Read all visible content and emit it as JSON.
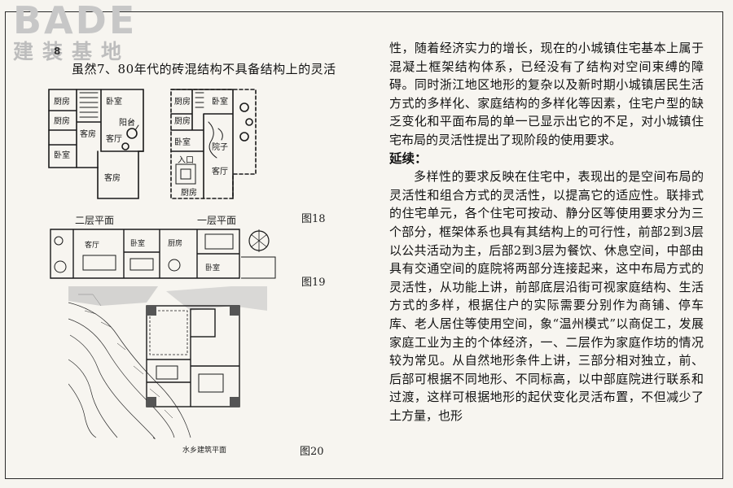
{
  "logo": {
    "main": "BADE",
    "sub": "建装基地"
  },
  "page": {
    "number": "8"
  },
  "left": {
    "intro_line": "虽然7、80年代的砖混结构不具备结构上的灵活",
    "fig18": {
      "label": "图18",
      "second_floor_caption": "二层平面",
      "first_floor_caption": "一层平面",
      "second_floor_rooms": [
        "厨房",
        "卧室",
        "厨房",
        "卧室",
        "客厅",
        "客房",
        "客房",
        "阳台"
      ],
      "first_floor_rooms": [
        "厨房",
        "卧室",
        "厨房",
        "院子",
        "卧室",
        "入口",
        "客厅",
        "厨房"
      ]
    },
    "fig19": {
      "label": "图19",
      "rooms": [
        "客厅",
        "卧室",
        "厨房",
        "卧室"
      ]
    },
    "fig20": {
      "label": "图20",
      "caption": "水乡建筑平面"
    }
  },
  "right": {
    "para1": "性，随着经济实力的增长，现在的小城镇住宅基本上属于混凝土框架结构体系，已经没有了结构对空间束缚的障碍。同时浙江地区地形的复杂以及新时期小城镇居民生活方式的多样化、家庭结构的多样化等因素，住宅户型的缺乏变化和平面布局的单一已显示出它的不足，对小城镇住宅布局的灵活性提出了现阶段的使用要求。",
    "heading": "延续：",
    "para2": "多样性的要求反映在住宅中，表现出的是空间布局的灵活性和组合方式的灵活性，以提高它的适应性。联排式的住宅单元，各个住宅可按动、静分区等使用要求分为三个部分，框架体系也具有其结构上的可行性，前部2到3层以公共活动为主，后部2到3层为餐饮、休息空间，中部由具有交通空间的庭院将两部分连接起来，这中布局方式的灵活性，从功能上讲，前部底层沿街可视家庭结构、生活方式的多样，根据住户的实际需要分别作为商铺、停车库、老人居住等使用空间，象“温州模式”以商促工，发展家庭工业为主的个体经济，一、二层作为家庭作坊的情况较为常见。从自然地形条件上讲，三部分相对独立，前、后部可根据不同地形、不同标高，以中部庭院进行联系和过渡，这样可根据地形的起伏变化灵活布置，不但减少了土方量，也形"
  }
}
